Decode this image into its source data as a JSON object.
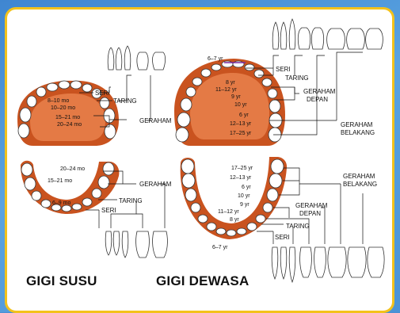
{
  "baby": {
    "title": "GIGI SUSU",
    "upper": {
      "seri": "SERI",
      "taring": "TARING",
      "geraham": "GERAHAM",
      "ages": [
        "8–10 mo",
        "10–20 mo",
        "15–21 mo",
        "20–24 mo"
      ]
    },
    "lower": {
      "geraham": "GERAHAM",
      "taring": "TARING",
      "seri": "SERI",
      "ages": [
        "20–24 mo",
        "15–21 mo",
        "6–9 mo"
      ]
    }
  },
  "adult": {
    "title": "GIGI DEWASA",
    "upper": {
      "seri": "SERI",
      "taring": "TARING",
      "geraham_depan": [
        "GERAHAM",
        "DEPAN"
      ],
      "geraham_belakang": [
        "GERAHAM",
        "BELAKANG"
      ],
      "ages": [
        "6–7 yr",
        "8 yr",
        "11–12 yr",
        "9 yr",
        "10 yr",
        "6 yr",
        "12–13 yr",
        "17–25 yr"
      ]
    },
    "lower": {
      "geraham_belakang": [
        "GERAHAM",
        "BELAKANG"
      ],
      "geraham_depan": [
        "GERAHAM",
        "DEPAN"
      ],
      "taring": "TARING",
      "seri": "SERI",
      "ages": [
        "17–25 yr",
        "12–13 yr",
        "6 yr",
        "10 yr",
        "9 yr",
        "11–12 yr",
        "8 yr",
        "6–7 yr"
      ]
    }
  },
  "colors": {
    "gum": "#c9531f",
    "gum_inner": "#e07a45",
    "tooth": "#ffffff",
    "outline": "#333333",
    "frame": "#f3c21b",
    "background": "#4a8fd4"
  }
}
